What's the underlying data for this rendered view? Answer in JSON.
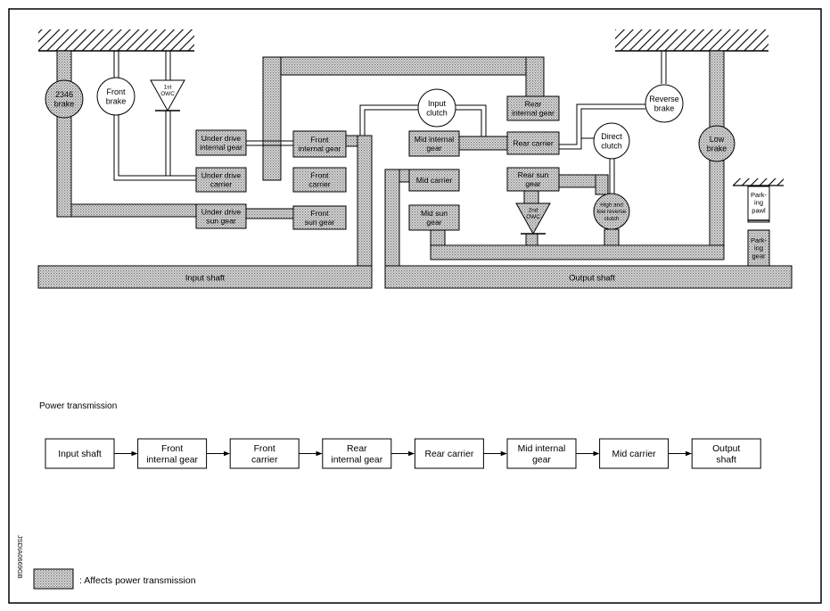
{
  "components": {
    "brake_2346": [
      "2346",
      "brake"
    ],
    "front_brake": [
      "Front",
      "brake"
    ],
    "owc1": [
      "1st",
      "OWC"
    ],
    "ud_internal": [
      "Under drive",
      "internal gear"
    ],
    "ud_carrier": [
      "Under drive",
      "carrier"
    ],
    "ud_sun": [
      "Under drive",
      "sun gear"
    ],
    "front_internal": [
      "Front",
      "internal gear"
    ],
    "front_carrier": [
      "Front",
      "carrier"
    ],
    "front_sun": [
      "Front",
      "sun gear"
    ],
    "input_clutch": [
      "Input",
      "clutch"
    ],
    "rear_internal": [
      "Rear",
      "internal gear"
    ],
    "mid_internal": [
      "Mid internal",
      "gear"
    ],
    "rear_carrier": [
      "Rear carrier"
    ],
    "mid_carrier": [
      "Mid carrier"
    ],
    "rear_sun": [
      "Rear sun",
      "gear"
    ],
    "mid_sun": [
      "Mid sun",
      "gear"
    ],
    "owc2": [
      "2nd",
      "OWC"
    ],
    "direct_clutch": [
      "Direct",
      "clutch"
    ],
    "reverse_brake": [
      "Reverse",
      "brake"
    ],
    "hlr_clutch": [
      "High and",
      "low reverse",
      "clutch"
    ],
    "low_brake": [
      "Low",
      "brake"
    ],
    "parking_pawl": [
      "Park-",
      "ing",
      "pawl"
    ],
    "parking_gear": [
      "Park-",
      "ing",
      "gear"
    ],
    "input_shaft": [
      "Input shaft"
    ],
    "output_shaft": [
      "Output shaft"
    ]
  },
  "power_transmission": {
    "title": "Power transmission",
    "steps": [
      [
        "Input shaft"
      ],
      [
        "Front",
        "internal gear"
      ],
      [
        "Front",
        "carrier"
      ],
      [
        "Rear",
        "internal gear"
      ],
      [
        "Rear carrier"
      ],
      [
        "Mid internal",
        "gear"
      ],
      [
        "Mid carrier"
      ],
      [
        "Output",
        "shaft"
      ]
    ]
  },
  "legend": {
    "label": ": Affects power transmission"
  },
  "figure_code": "JSDIA0669GB"
}
